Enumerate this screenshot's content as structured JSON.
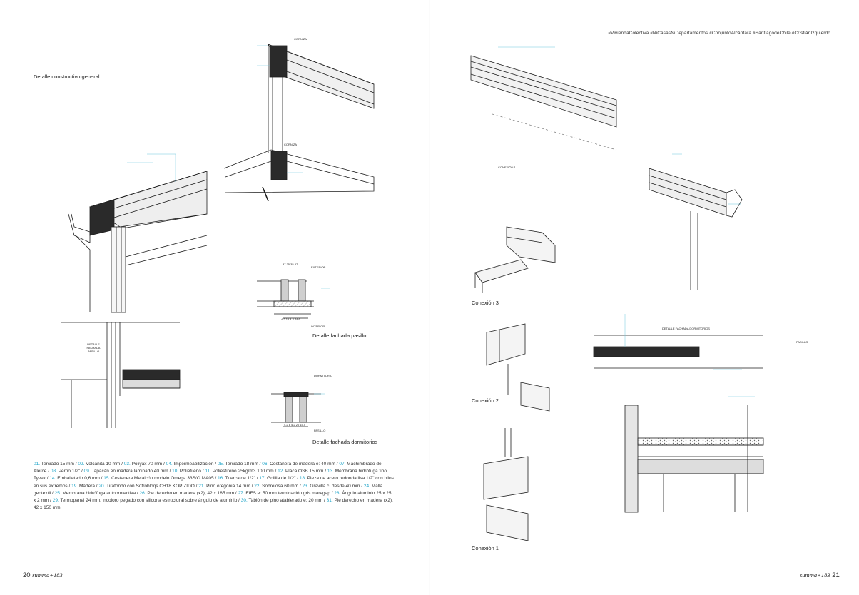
{
  "hashtags": "#ViviendaColectiva #NiCasasNiDepartamentos #ConjuntoAlcántara #SantiagodeChile #CristiánIzquierdo",
  "titles": {
    "general": "Detalle constructivo general",
    "pasillo": "Detalle fachada pasillo",
    "dormitorios": "Detalle fachada dormitorios",
    "conexion3": "Conexión 3",
    "conexion2": "Conexión 2",
    "conexion1": "Conexión 1"
  },
  "legend": [
    {
      "n": "01.",
      "t": "Terciado 15 mm"
    },
    {
      "n": "02.",
      "t": "Volcanita 10 mm"
    },
    {
      "n": "03.",
      "t": "Poliyax 70 mm"
    },
    {
      "n": "04.",
      "t": "Impermeabilización"
    },
    {
      "n": "05.",
      "t": "Terciado 18 mm"
    },
    {
      "n": "06.",
      "t": "Costanera de madera e: 40 mm"
    },
    {
      "n": "07.",
      "t": "Machimbrado de Alerce"
    },
    {
      "n": "08.",
      "t": "Perno 1/2\""
    },
    {
      "n": "09.",
      "t": "Tapacán en madera laminado 40 mm"
    },
    {
      "n": "10.",
      "t": "Polietileno"
    },
    {
      "n": "11.",
      "t": "Poliestireno 25kg/m3 100 mm"
    },
    {
      "n": "12.",
      "t": "Placa OSB 15 mm"
    },
    {
      "n": "13.",
      "t": "Membrana hidrófuga tipo Tyvek"
    },
    {
      "n": "14.",
      "t": "Emballetado 0,6 mm"
    },
    {
      "n": "15.",
      "t": "Costanera Metalcón modelo Omega 33S/O MA05"
    },
    {
      "n": "16.",
      "t": "Tuerca de 1/2\""
    },
    {
      "n": "17.",
      "t": "Golilla de 1/2\""
    },
    {
      "n": "18.",
      "t": "Pieza de acero redonda lisa 1/2\" con hilos en sus extremos"
    },
    {
      "n": "19.",
      "t": "Madera"
    },
    {
      "n": "20.",
      "t": "Tirafondo con Sofrobloqs CH18 KOPIZIDO"
    },
    {
      "n": "21.",
      "t": "Pino oregonia 14 mm"
    },
    {
      "n": "22.",
      "t": "Sobrelosa 60 mm"
    },
    {
      "n": "23.",
      "t": "Gravilla c. desde 40 mm"
    },
    {
      "n": "24.",
      "t": "Malla geotextil"
    },
    {
      "n": "25.",
      "t": "Membrana hidrófuga autoprotectiva"
    },
    {
      "n": "26.",
      "t": "Pie derecho en madera (x2), 42 x 185 mm"
    },
    {
      "n": "27.",
      "t": "EIFS e: 50 mm terminación gris maregap"
    },
    {
      "n": "28.",
      "t": "Ángulo aluminio 25 x 25 x 2 mm"
    },
    {
      "n": "29.",
      "t": "Termopanel 24 mm, incoloro pegado con silicona estructural sobre ángulo de aluminio"
    },
    {
      "n": "30.",
      "t": "Tablón de pino atablerado e: 20 mm"
    },
    {
      "n": "31.",
      "t": "Pie derecho en madera (x2), 42 x 150 mm"
    }
  ],
  "folio": {
    "left_num": "20",
    "right_num": "21",
    "brand": "summa+183"
  },
  "callouts": {
    "cornice_top": "CORNIZA",
    "cornice_mid": "CORNIZA",
    "pasillo_label": "PASILLO",
    "dormitorio_label": "DORMITORIO",
    "exterior_label": "EXTERIOR",
    "interior_label": "INTERIOR",
    "detalle_fachada_label": "DETALLE FACHADA PASILLO",
    "detalle_dorm_label": "DETALLE FACHADA DORMITORIOS",
    "conexion1_label": "CONEXIÓN 1",
    "pasillo_right": "PASILLO"
  },
  "dims_pasillo": [
    "37",
    "35",
    "35",
    "37",
    "4.2",
    "15",
    "4.2",
    "24.6"
  ],
  "dims_dorm": [
    "4.2",
    "8",
    "4.2",
    "20",
    "15.5"
  ],
  "colors": {
    "accent": "#1aa3c8",
    "ink": "#1e1e1e",
    "dark_fill": "#2a2a2a",
    "grey_fill": "#cfcfcf"
  }
}
